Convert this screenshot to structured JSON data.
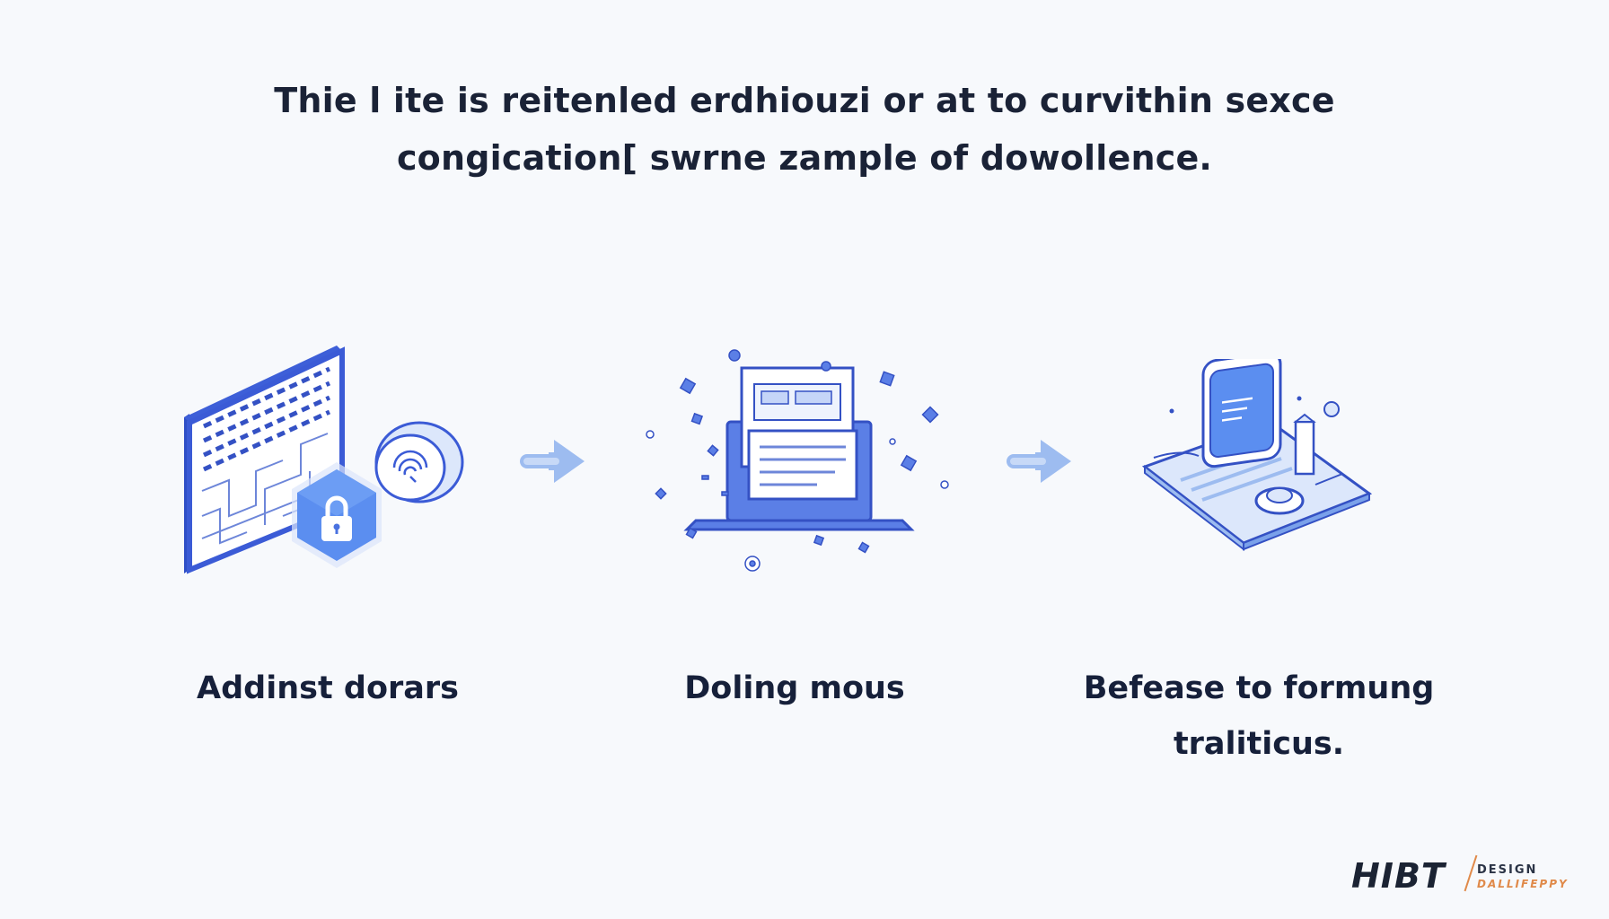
{
  "headline": {
    "line1": "Thie l ite is reitenled erdhiouzi or at to curvithin sexce",
    "line2": "congication[ swrne zample of dowollence."
  },
  "steps": [
    {
      "label_lines": [
        "Addinst dorars"
      ],
      "icon": "secure-data-grid-lock-icon"
    },
    {
      "label_lines": [
        "Doling mous"
      ],
      "icon": "laptop-documents-icon"
    },
    {
      "label_lines": [
        "Befease to formung",
        "traliticus."
      ],
      "icon": "tablet-device-icon"
    }
  ],
  "arrows": [
    "right-arrow-icon",
    "right-arrow-icon"
  ],
  "brand": {
    "name": "HIBT",
    "sub1": "DESIGN",
    "sub2": "DALLIFEPPY"
  },
  "colors": {
    "background": "#f7f9fc",
    "text": "#1a2236",
    "accent_blue": "#4a72e0",
    "light_blue": "#a9c3f2",
    "brand_orange": "#e08a4a"
  }
}
